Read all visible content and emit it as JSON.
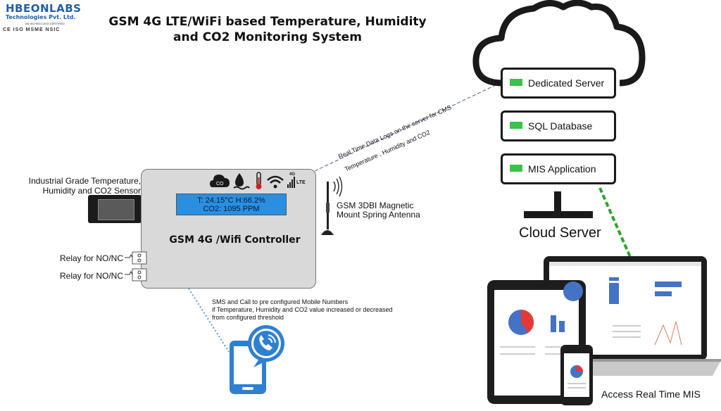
{
  "logo": {
    "name": "HBEONLABS",
    "subtitle": "Technologies Pvt. Ltd.",
    "certification": "AN ISO 9001:2015 CERTIFIED",
    "badges": "CE ISO MSME NSIC"
  },
  "title": {
    "line1": "GSM 4G LTE/WiFi based Temperature, Humidity",
    "line2": "and CO2 Monitoring System"
  },
  "sensor": {
    "line1": "Industrial Grade Temperature,",
    "line2": "Humidity and CO2 Sensor"
  },
  "controller": {
    "name": "GSM 4G /Wifi Controller",
    "display_line1": "T: 24.15°C H:66.2%",
    "display_line2": "CO2: 1095 PPM",
    "icons": [
      "co2-cloud-icon",
      "humidity-icon",
      "thermometer-icon",
      "wifi-icon",
      "4g-lte-signal-icon"
    ],
    "co2_badge": "CO",
    "signal_4g": "4G",
    "signal_lte": "LTE"
  },
  "relays": [
    {
      "label": "Relay for NO/NC"
    },
    {
      "label": "Relay for NO/NC"
    }
  ],
  "antenna": {
    "line1": "GSM 3DBI Magnetic",
    "line2": "Mount Spring Antenna"
  },
  "data_logs": {
    "line1": "Real Time Data Logs on the server for CMS",
    "line2": "Temperature , Humidity and CO2"
  },
  "sms": {
    "line1": "SMS and Call to pre configured Mobile Numbers",
    "line2": "if Temperature,  Humidity and CO2 value increased or decreased",
    "line3": "from configured threshold"
  },
  "cloud": {
    "rows": [
      {
        "label": "Dedicated Server"
      },
      {
        "label": "SQL Database"
      },
      {
        "label": "MIS Application"
      }
    ],
    "label": "Cloud Server",
    "led_color": "#3cc14a"
  },
  "mis": {
    "label": "Access Real Time MIS"
  },
  "colors": {
    "lcd": "#2a8fe0",
    "logo": "#1e5fa8",
    "accent_blue": "#2f80d0",
    "link_green": "#2aa52a",
    "dotted_blue": "#5a9bd5"
  }
}
